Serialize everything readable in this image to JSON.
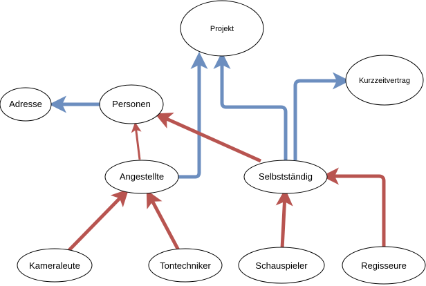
{
  "colors": {
    "association": "#6c8ebf",
    "inheritance": "#b85450",
    "node_fill": "#ffffff",
    "node_stroke": "#000000"
  },
  "nodes": {
    "projekt": "Projekt",
    "kurzzeitvertrag": "Kurzzeitvertrag",
    "adresse": "Adresse",
    "personen": "Personen",
    "angestellte": "Angestellte",
    "selbststaendig": "Selbstständig",
    "kameraleute": "Kameraleute",
    "tontechniker": "Tontechniker",
    "schauspieler": "Schauspieler",
    "regisseure": "Regisseure"
  }
}
